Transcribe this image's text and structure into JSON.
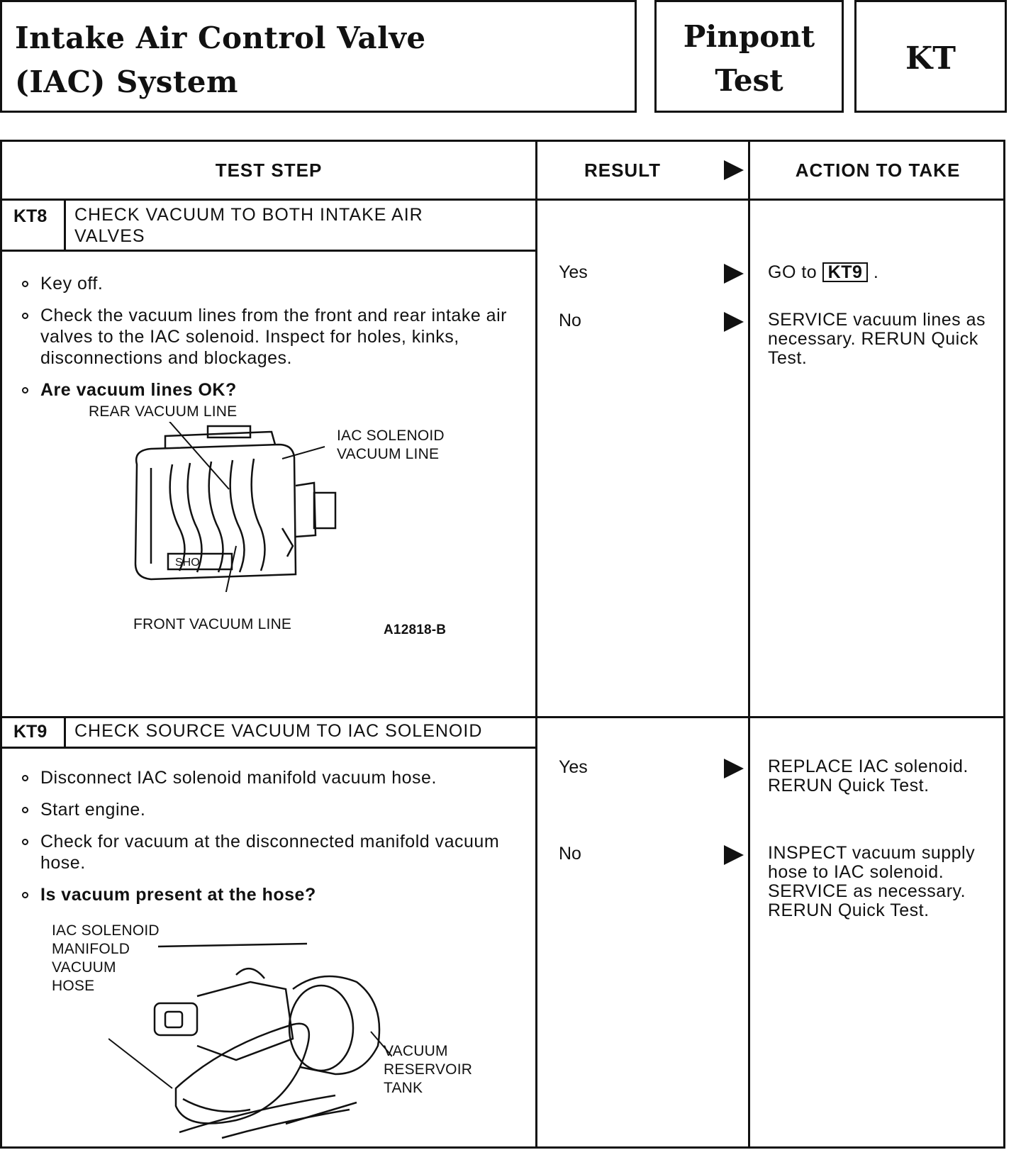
{
  "header": {
    "title_line1": "Intake Air Control Valve",
    "title_line2": "(IAC) System",
    "pinpoint_line1": "Pinpont",
    "pinpoint_line2": "Test",
    "code": "KT"
  },
  "columns": {
    "test_step": "TEST STEP",
    "result": "RESULT",
    "action": "ACTION TO TAKE"
  },
  "steps": [
    {
      "id": "KT8",
      "title_line1": "CHECK VACUUM TO BOTH INTAKE AIR",
      "title_line2": "VALVES",
      "bullets": [
        "Key off.",
        "Check the vacuum lines from the front and rear intake air valves to the IAC solenoid. Inspect for holes, kinks, disconnections and blockages.",
        "Are vacuum lines OK?"
      ],
      "figure": {
        "labels": [
          "REAR VACUUM LINE",
          "IAC SOLENOID",
          "VACUUM LINE",
          "FRONT VACUUM LINE",
          "SHO"
        ],
        "code": "A12818-B"
      },
      "results": [
        {
          "result": "Yes",
          "action_prefix": "GO to",
          "action_ref": "KT9",
          "action_suffix": "."
        },
        {
          "result": "No",
          "action": "SERVICE vacuum lines as necessary. RERUN Quick Test."
        }
      ]
    },
    {
      "id": "KT9",
      "title": "CHECK SOURCE VACUUM TO IAC SOLENOID",
      "bullets": [
        "Disconnect IAC solenoid manifold vacuum hose.",
        "Start engine.",
        "Check for vacuum at the disconnected manifold vacuum hose.",
        "Is vacuum present at the hose?"
      ],
      "figure": {
        "labels": [
          "IAC SOLENOID",
          "MANIFOLD",
          "VACUUM",
          "HOSE",
          "VACUUM",
          "RESERVOIR",
          "TANK"
        ]
      },
      "results": [
        {
          "result": "Yes",
          "action": "REPLACE IAC solenoid. RERUN Quick Test."
        },
        {
          "result": "No",
          "action": "INSPECT vacuum supply hose to IAC solenoid. SERVICE as necessary. RERUN Quick Test."
        }
      ]
    }
  ]
}
